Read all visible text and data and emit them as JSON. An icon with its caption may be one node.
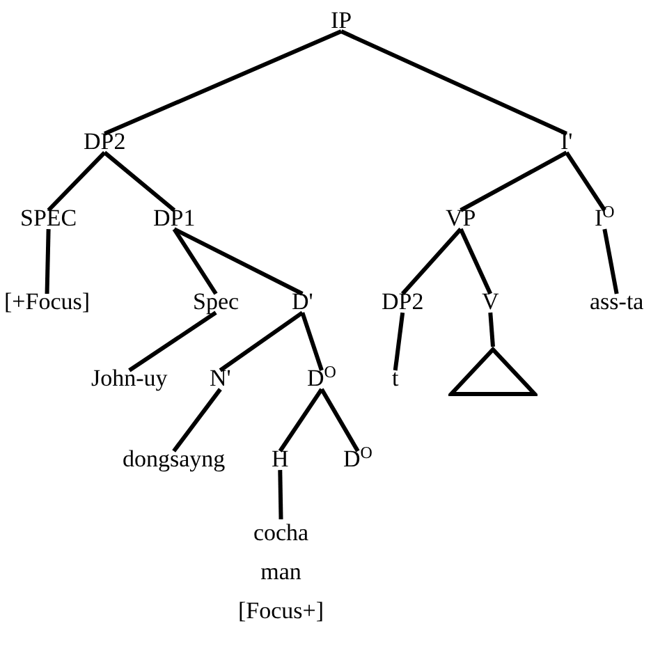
{
  "diagram": {
    "nodes": [
      {
        "text": [
          "IP"
        ]
      },
      {
        "text": [
          "DP2"
        ]
      },
      {
        "text": [
          "I'"
        ]
      },
      {
        "text": [
          "SPEC"
        ]
      },
      {
        "text": [
          "DP1"
        ]
      },
      {
        "text": [
          "VP"
        ]
      },
      {
        "text": [
          "I$^{O}$"
        ]
      },
      {
        "text": [
          "[+Focus]"
        ]
      },
      {
        "text": [
          "Spec"
        ]
      },
      {
        "text": [
          "D'"
        ]
      },
      {
        "text": [
          "DP2"
        ]
      },
      {
        "text": [
          "V"
        ]
      },
      {
        "text": [
          "ass-ta"
        ]
      },
      {
        "text": [
          "John-uy"
        ]
      },
      {
        "text": [
          "N'"
        ]
      },
      {
        "text": [
          "D$^{O}$"
        ]
      },
      {
        "text": [
          "t"
        ]
      },
      {
        "text": [],
        "shape": "triangle"
      },
      {
        "text": [
          "dongsayng"
        ]
      },
      {
        "text": [
          "H"
        ]
      },
      {
        "text": [
          "D$^{O}$"
        ]
      },
      {
        "text": [
          "cocha man",
          "[Focus+]"
        ]
      }
    ],
    "edges": [
      {
        "from": 0,
        "to": 1,
        "arrow": "none"
      },
      {
        "from": 0,
        "to": 2,
        "arrow": "none"
      },
      {
        "from": 1,
        "to": 3,
        "arrow": "none"
      },
      {
        "from": 1,
        "to": 4,
        "arrow": "none"
      },
      {
        "from": 3,
        "to": 7,
        "arrow": "none"
      },
      {
        "from": 4,
        "to": 8,
        "arrow": "none"
      },
      {
        "from": 4,
        "to": 9,
        "arrow": "none"
      },
      {
        "from": 8,
        "to": 13,
        "arrow": "none"
      },
      {
        "from": 9,
        "to": 14,
        "arrow": "none"
      },
      {
        "from": 9,
        "to": 15,
        "arrow": "none"
      },
      {
        "from": 14,
        "to": 18,
        "arrow": "none"
      },
      {
        "from": 15,
        "to": 19,
        "arrow": "none"
      },
      {
        "from": 15,
        "to": 20,
        "arrow": "none"
      },
      {
        "from": 19,
        "to": 21,
        "arrow": "none"
      },
      {
        "from": 2,
        "to": 5,
        "arrow": "none"
      },
      {
        "from": 2,
        "to": 6,
        "arrow": "none"
      },
      {
        "from": 5,
        "to": 10,
        "arrow": "none"
      },
      {
        "from": 5,
        "to": 11,
        "arrow": "none"
      },
      {
        "from": 10,
        "to": 16,
        "arrow": "none"
      },
      {
        "from": 11,
        "to": 17,
        "arrow": "none"
      },
      {
        "from": 6,
        "to": 12,
        "arrow": "none"
      }
    ]
  }
}
